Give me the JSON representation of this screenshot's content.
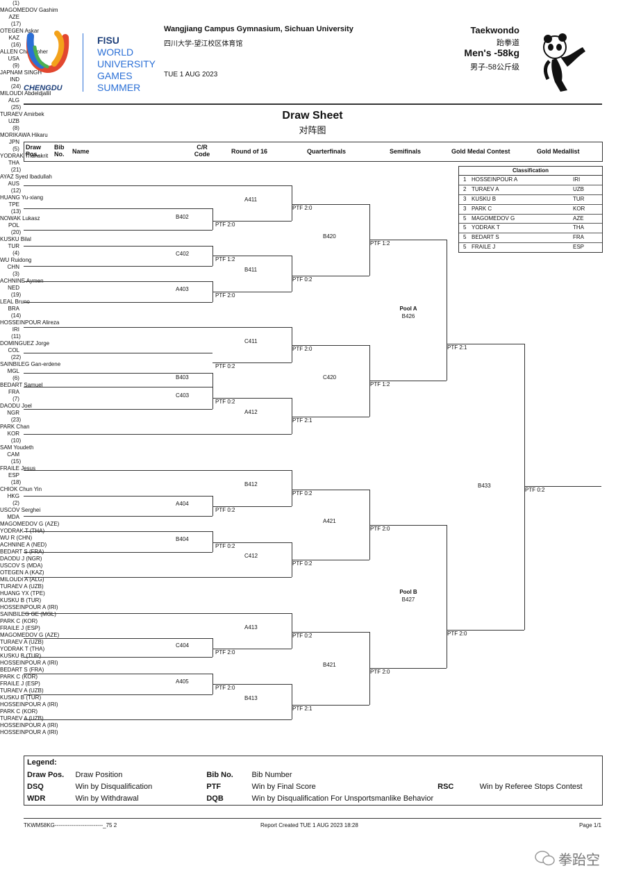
{
  "header": {
    "logo_city": "CHENGDU",
    "fisu_lines": [
      "FISU",
      "WORLD",
      "UNIVERSITY",
      "GAMES",
      "SUMMER"
    ],
    "venue_en": "Wangjiang Campus Gymnasium, Sichuan University",
    "venue_cn": "四川大学-望江校区体育馆",
    "date": "TUE 1 AUG 2023",
    "sport_en": "Taekwondo",
    "sport_cn": "跆拳道",
    "event_en": "Men's -58kg",
    "event_cn": "男子-58公斤级"
  },
  "title": {
    "en": "Draw Sheet",
    "cn": "对阵图"
  },
  "columns": {
    "draw_pos": "Draw Pos.",
    "bib_no": "Bib No.",
    "name": "Name",
    "cr_code": "C/R Code",
    "round16": "Round of 16",
    "quarterfinals": "Quarterfinals",
    "semifinals": "Semifinals",
    "gold_contest": "Gold Medal Contest",
    "gold_medallist": "Gold Medallist"
  },
  "athletes": [
    {
      "pos": "(1)",
      "name": "MAGOMEDOV Gashim",
      "code": "AZE"
    },
    {
      "pos": "(17)",
      "name": "OTEGEN Askar",
      "code": "KAZ"
    },
    {
      "pos": "(16)",
      "name": "ALLEN Christopher",
      "code": "USA"
    },
    {
      "pos": "(9)",
      "name": "JAPNAM SINGH",
      "code": "IND"
    },
    {
      "pos": "(24)",
      "name": "MILOUDI Abdeldjallil",
      "code": "ALG"
    },
    {
      "pos": "(25)",
      "name": "TURAEV Amirbek",
      "code": "UZB"
    },
    {
      "pos": "(8)",
      "name": "MORIKAWA Hikaru",
      "code": "JPN"
    },
    {
      "pos": "(5)",
      "name": "YODRAK Thanakrit",
      "code": "THA"
    },
    {
      "pos": "(21)",
      "name": "AYAZ Syed Ibadullah",
      "code": "AUS"
    },
    {
      "pos": "(12)",
      "name": "HUANG Yu-xiang",
      "code": "TPE"
    },
    {
      "pos": "(13)",
      "name": "NOWAK Lukasz",
      "code": "POL"
    },
    {
      "pos": "(20)",
      "name": "KUSKU Bilal",
      "code": "TUR"
    },
    {
      "pos": "(4)",
      "name": "WU Ruidong",
      "code": "CHN"
    },
    {
      "pos": "(3)",
      "name": "ACHNINE Aymen",
      "code": "NED"
    },
    {
      "pos": "(19)",
      "name": "LEAL Bruno",
      "code": "BRA"
    },
    {
      "pos": "(14)",
      "name": "HOSSEINPOUR Alireza",
      "code": "IRI"
    },
    {
      "pos": "(11)",
      "name": "DOMINGUEZ Jorge",
      "code": "COL"
    },
    {
      "pos": "(22)",
      "name": "SAINBILEG Gan-erdene",
      "code": "MGL"
    },
    {
      "pos": "(6)",
      "name": "BEDART Samuel",
      "code": "FRA"
    },
    {
      "pos": "(7)",
      "name": "DAODU Joel",
      "code": "NGR"
    },
    {
      "pos": "(23)",
      "name": "PARK Chan",
      "code": "KOR"
    },
    {
      "pos": "(10)",
      "name": "SAM Youdeth",
      "code": "CAM"
    },
    {
      "pos": "(15)",
      "name": "FRAILE Jesus",
      "code": "ESP"
    },
    {
      "pos": "(18)",
      "name": "CHIOK Chun Yin",
      "code": "HKG"
    },
    {
      "pos": "(2)",
      "name": "USCOV Serghei",
      "code": "MDA"
    }
  ],
  "r16_byes": [
    "MAGOMEDOV G (AZE)",
    "YODRAK T (THA)",
    "WU R (CHN)",
    "ACHNINE A (NED)",
    "BEDART S (FRA)",
    "DAODU J (NGR)",
    "USCOV S (MDA)"
  ],
  "prelim": [
    {
      "bout": "B402",
      "winner": "OTEGEN A (KAZ)",
      "score": "PTF  2:0"
    },
    {
      "bout": "C402",
      "winner": "MILOUDI A (ALG)",
      "score": "PTF  1:2"
    },
    {
      "bout": "A403",
      "winner": "TURAEV A (UZB)",
      "score": "PTF  2:0"
    },
    {
      "bout": "B403",
      "winner": "HUANG YX (TPE)",
      "score": "PTF  0:2"
    },
    {
      "bout": "C403",
      "winner": "KUSKU B (TUR)",
      "score": "PTF  0:2"
    },
    {
      "bout": "A404",
      "winner": "HOSSEINPOUR A (IRI)",
      "score": "PTF  0:2"
    },
    {
      "bout": "B404",
      "winner": "SAINBILEG GE (MGL)",
      "score": "PTF  0:2"
    },
    {
      "bout": "C404",
      "winner": "PARK C (KOR)",
      "score": "PTF  2:0"
    },
    {
      "bout": "A405",
      "winner": "FRAILE J (ESP)",
      "score": "PTF  2:0"
    }
  ],
  "r16_bouts": [
    "A411",
    "B411",
    "C411",
    "A412",
    "B412",
    "C412",
    "A413",
    "B413"
  ],
  "qf_results": [
    {
      "winner": "MAGOMEDOV G (AZE)",
      "score": "PTF  2:0"
    },
    {
      "winner": "TURAEV A (UZB)",
      "score": "PTF  0:2"
    },
    {
      "winner": "YODRAK T (THA)",
      "score": "PTF  2:0"
    },
    {
      "winner": "KUSKU B (TUR)",
      "score": "PTF  2:1"
    },
    {
      "winner": "HOSSEINPOUR A (IRI)",
      "score": "PTF  0:2"
    },
    {
      "winner": "BEDART S (FRA)",
      "score": "PTF  0:2"
    },
    {
      "winner": "PARK C (KOR)",
      "score": "PTF  0:2"
    },
    {
      "winner": "FRAILE J (ESP)",
      "score": "PTF  2:1"
    }
  ],
  "qf_bouts": [
    "B420",
    "C420",
    "A421",
    "B421"
  ],
  "sf_results": [
    {
      "winner": "TURAEV A (UZB)",
      "score": "PTF  1:2"
    },
    {
      "winner": "KUSKU B (TUR)",
      "score": "PTF  1:2"
    },
    {
      "winner": "HOSSEINPOUR A (IRI)",
      "score": "PTF  2:0"
    },
    {
      "winner": "PARK C (KOR)",
      "score": "PTF  2:0"
    }
  ],
  "pools": [
    {
      "name": "Pool A",
      "bout": "B426"
    },
    {
      "name": "Pool B",
      "bout": "B427"
    }
  ],
  "final_results": [
    {
      "winner": "TURAEV A (UZB)",
      "score": "PTF  2:1"
    },
    {
      "winner": "HOSSEINPOUR A (IRI)",
      "score": "PTF  2:0"
    }
  ],
  "gold_bout": "B433",
  "gold": {
    "winner": "HOSSEINPOUR A (IRI)",
    "score": "PTF  0:2"
  },
  "classification": {
    "title": "Classification",
    "rows": [
      {
        "rank": "1",
        "name": "HOSSEINPOUR A",
        "code": "IRI"
      },
      {
        "rank": "2",
        "name": "TURAEV A",
        "code": "UZB"
      },
      {
        "rank": "3",
        "name": "KUSKU B",
        "code": "TUR"
      },
      {
        "rank": "3",
        "name": "PARK C",
        "code": "KOR"
      },
      {
        "rank": "5",
        "name": "MAGOMEDOV G",
        "code": "AZE"
      },
      {
        "rank": "5",
        "name": "YODRAK T",
        "code": "THA"
      },
      {
        "rank": "5",
        "name": "BEDART S",
        "code": "FRA"
      },
      {
        "rank": "5",
        "name": "FRAILE J",
        "code": "ESP"
      }
    ]
  },
  "legend": {
    "title": "Legend:",
    "items": [
      {
        "abbr": "Draw Pos.",
        "desc": "Draw Position",
        "abbr2": "Bib No.",
        "desc2": "Bib Number",
        "abbr3": "",
        "desc3": ""
      },
      {
        "abbr": "DSQ",
        "desc": "Win by Disqualification",
        "abbr2": "PTF",
        "desc2": "Win by Final Score",
        "abbr3": "RSC",
        "desc3": "Win by Referee Stops Contest"
      },
      {
        "abbr": "WDR",
        "desc": "Win by Withdrawal",
        "abbr2": "DQB",
        "desc2": "Win by Disqualification For Unsportsmanlike Behavior",
        "abbr3": "",
        "desc3": ""
      }
    ]
  },
  "footer": {
    "code": "TKWM58KG--------------------------_75 2",
    "report": "Report Created TUE 1 AUG 2023 18:28",
    "page": "Page 1/1",
    "watermark": "拳跆空"
  }
}
